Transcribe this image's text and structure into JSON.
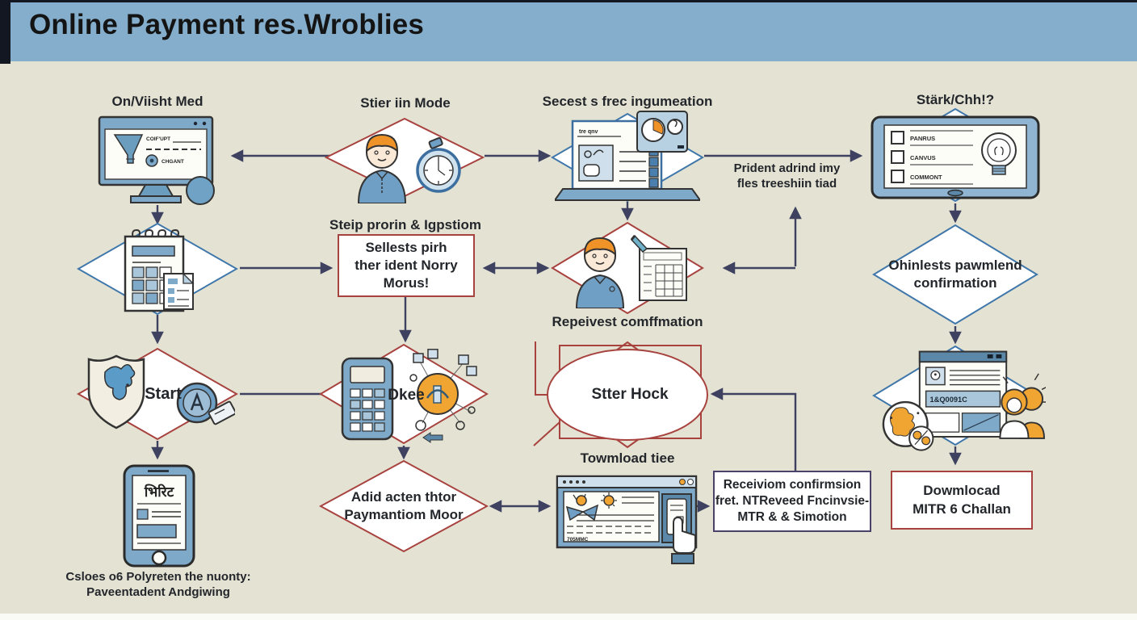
{
  "title": "Online Payment res.Wroblies",
  "colors": {
    "header_bg": "#84aecb",
    "canvas_bg": "#e4e3d3",
    "red_border": "#a8423f",
    "blue_border": "#4077ab",
    "arrow": "#3e4260",
    "accent_orange": "#f0a432"
  },
  "row1": {
    "visit": {
      "label": "On/Viisht Med",
      "screen_line1": "COIF'UPT",
      "screen_line2": "CHGANT"
    },
    "signin": {
      "label": "Stier iin Mode"
    },
    "select_info": {
      "label": "Secest s frec ingumeation",
      "screen_text": "tre qnv"
    },
    "stark": {
      "label": "Stärk/Chh!?",
      "check1": "PANRUS",
      "check2": "CANVUS",
      "check3": "COMMONT"
    }
  },
  "row2": {
    "prident_note": "Prident adrind imy\nfles treeshiin tiad",
    "select_bank_label": "Steip prorin & Igpstiom",
    "select_bank_text": "Sellests pirh\nther ident Norry\nMorus!",
    "receive_label": "Repeivest comffmation",
    "online_confirm_text": "Ohinlests pawmlend\nconfirmation"
  },
  "row3": {
    "start_text": "Start",
    "dkee_text": "Dkee",
    "ster_hock_text": "Stter Hock",
    "account_field": "1&Q0091C"
  },
  "row4": {
    "phone_screen_text": "भिरिट",
    "phone_caption": "Csloes o6 Polyreten the nuonty:\nPaveentadent Andgiwing",
    "add_action_text": "Adid acten thtor\nPaymantiom Moor",
    "townload_label": "Towmload tiee",
    "townload_screen_text": "705MMC",
    "receiviom_text": "Receiviom confirmsion\nfret. NTReveed Fncinvsie-\nMTR & & Simotion",
    "download_text": "Dowmlocad\nMITR 6 Challan"
  }
}
